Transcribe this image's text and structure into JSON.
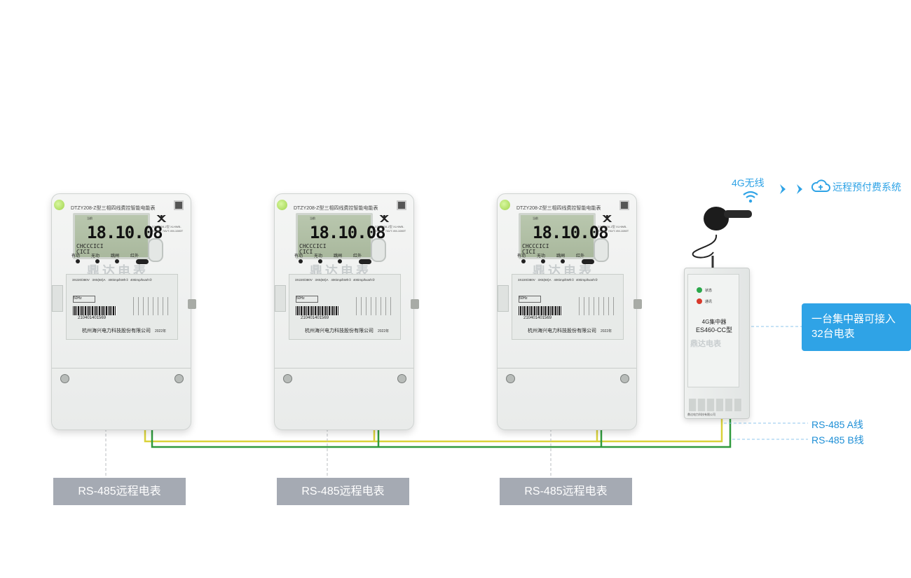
{
  "meters": [
    {
      "model": "DTZY208-Z型三相四线费控智能电能表",
      "lcd_label": "当前",
      "reading": "18.10.08",
      "lcd_sub": [
        "CHCCCICI",
        "CICI"
      ],
      "logo": "ⵅ",
      "cert": "DTZY208-Z型 XLHWB-XX AAT 7AVT-VM-1080T",
      "indicators": [
        "有功",
        "无功",
        "跳闸",
        "红外"
      ],
      "watermark": "鼎达电表",
      "specs": [
        "3X220/380V",
        "3X5(60)A",
        "400imp/kWh①",
        "400imp/kvarh②"
      ],
      "hz": "50Hz",
      "serial": "210401401569",
      "manufacturer": "杭州海兴电力科技股份有限公司",
      "year": "2022年",
      "label": "RS-485远程电表"
    },
    {
      "model": "DTZY208-Z型三相四线费控智能电能表",
      "lcd_label": "当前",
      "reading": "18.10.08",
      "lcd_sub": [
        "CHCCCICI",
        "CICI"
      ],
      "logo": "ⵅ",
      "cert": "DTZY208-Z型 XLHWB-XX AAT 7AVT-VM-1080T",
      "indicators": [
        "有功",
        "无功",
        "跳闸",
        "红外"
      ],
      "watermark": "鼎达电表",
      "specs": [
        "3X220/380V",
        "3X5(60)A",
        "400imp/kWh①",
        "400imp/kvarh②"
      ],
      "hz": "50Hz",
      "serial": "210401401569",
      "manufacturer": "杭州海兴电力科技股份有限公司",
      "year": "2022年",
      "label": "RS-485远程电表"
    },
    {
      "model": "DTZY208-Z型三相四线费控智能电能表",
      "lcd_label": "当前",
      "reading": "18.10.08",
      "lcd_sub": [
        "CHCCCICI",
        "CICI"
      ],
      "logo": "ⵅ",
      "cert": "DTZY208-Z型 XLHWB-XX AAT 7AVT-VM-1080T",
      "indicators": [
        "有功",
        "无功",
        "跳闸",
        "红外"
      ],
      "watermark": "鼎达电表",
      "specs": [
        "3X220/380V",
        "3X5(60)A",
        "400imp/kWh①",
        "400imp/kvarh②"
      ],
      "hz": "50Hz",
      "serial": "210401401569",
      "manufacturer": "杭州海兴电力科技股份有限公司",
      "year": "2022年",
      "label": "RS-485远程电表"
    }
  ],
  "concentrator": {
    "status_label": "状态",
    "comm_label": "通讯",
    "name": "4G集中器",
    "model": "ES460-CC型",
    "watermark": "鼎达电表",
    "footer": "鼎达电力科技有限公司"
  },
  "wireless": {
    "label": "4G无线",
    "icon": "wifi-icon"
  },
  "cloud": {
    "label": "远程预付费系统",
    "icon": "cloud-icon"
  },
  "callout": {
    "line1": "一台集中器可接入",
    "line2": "32台电表"
  },
  "bus": {
    "line_a": "RS-485 A线",
    "line_b": "RS-485 B线"
  },
  "colors": {
    "accent": "#2fa3e6",
    "wire_a": "#d9d23a",
    "wire_b": "#2f9a3c",
    "label_bg": "#a5aab3",
    "led_status": "#2aa84a",
    "led_comm": "#d8392b"
  }
}
